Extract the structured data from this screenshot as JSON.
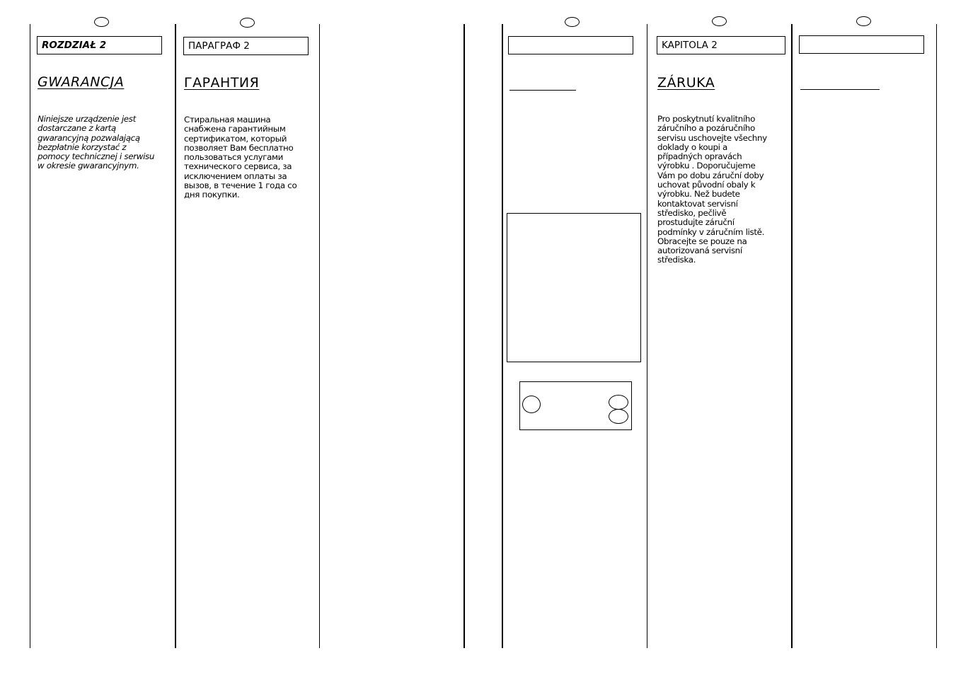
{
  "columns": [
    {
      "heading": "ROZDZIAŁ 2",
      "title": "GWARANCJA",
      "body": "Niniejsze urządzenie jest\ndostarczane z kartą\ngwarancyjną pozwalającą\nbezpłatnie korzystać z\npomocy technicznej i serwisu\nw okresie gwarancyjnym."
    },
    {
      "heading": "ПАРАГРАФ 2",
      "title": "ГАРАНТИЯ",
      "body": "Стиральная машина\nснабжена гарантийным\nсертификатом, который\nпозволяет Вам бесплатно\nпользоваться услугами\nтехнического сервиса, за\nисключением оплаты за\nвызов, в течение 1 года со\nдня покупки."
    },
    {
      "heading": "",
      "title": "",
      "body": ""
    },
    {
      "heading": "KAPITOLA 2",
      "title": "ZÁRUKA ",
      "body": "Pro poskytnutí kvalitního\nzáručního a pozáručního\nservisu uschovejte všechny\ndoklady o koupi a\npřípadných opravách\nvýrobku . Doporučujeme\nVám po dobu záruční doby\nuchovat původní obaly k\nvýrobku. Než budete\nkontaktovat servisní\nstředisko, pečlivě\nprostudujte záruční\npodmínky v záručním listě.\nObracejte se pouze na\nautorizovaná servisní\nstřediska."
    },
    {
      "heading": "",
      "title": ""
    }
  ]
}
